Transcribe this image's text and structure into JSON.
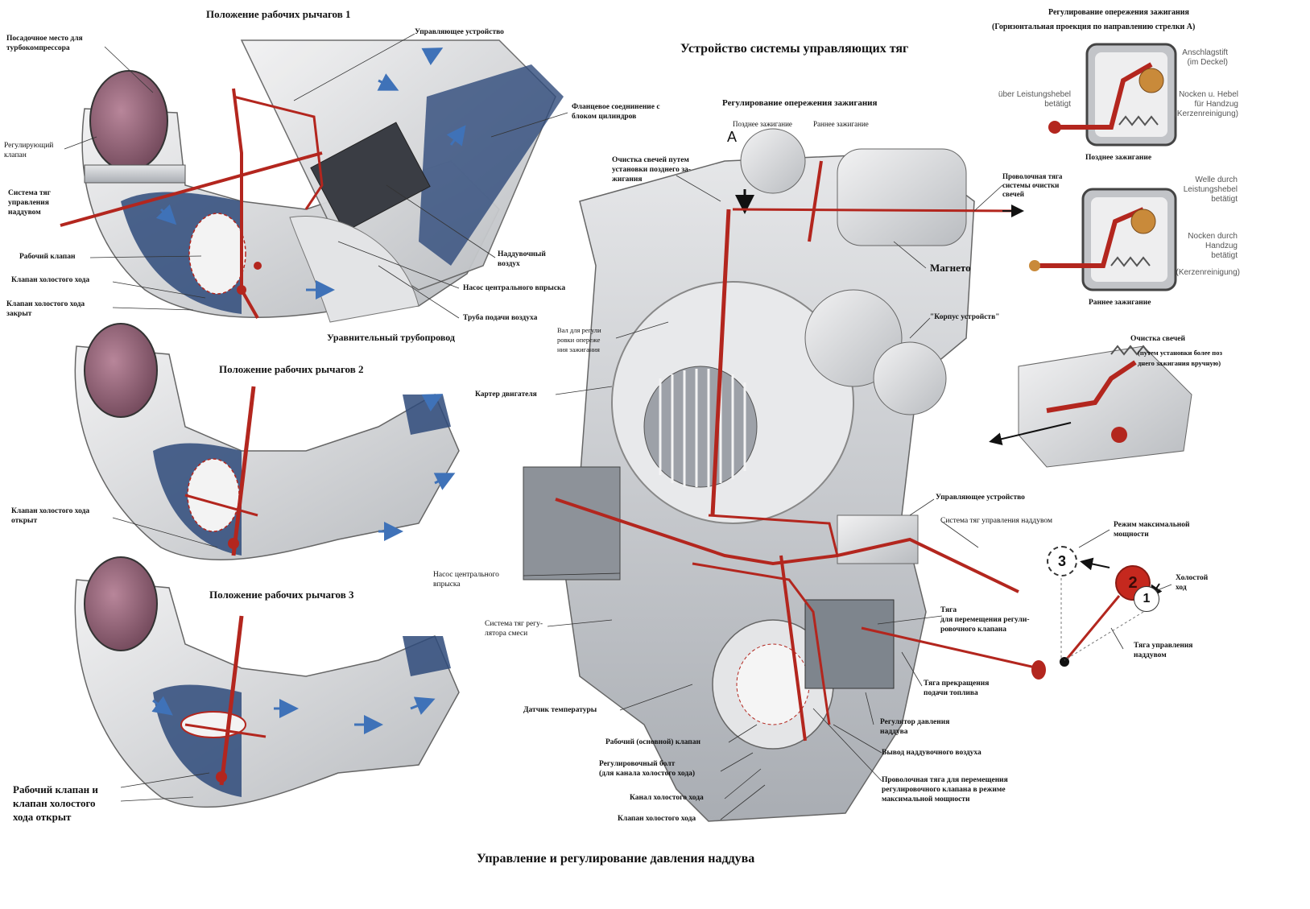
{
  "titles": {
    "main": "Устройство системы управляющих тяг",
    "bottom": "Управление и регулирование давления наддува",
    "pos1": "Положение рабочих рычагов 1",
    "pos2": "Положение рабочих рычагов 2",
    "pos3": "Положение рабочих рычагов 3",
    "ignition_right": "Регулирование опережения зажигания",
    "ignition_right_sub": "(Горизонтальная проекция по направлению стрелки А)",
    "ignition_center": "Регулирование опережения зажигания"
  },
  "left_labels": {
    "turbo_seat": "Посадочное место для\nтурбокомпрессора",
    "control_device": "Управляющее устройство",
    "regulating_valve": "Регулирующий\nклапан",
    "linkage_system": "Система тяг\nуправления\nнаддувом",
    "flange": "Фланцевое соеднинение с\nблоком цилиндров",
    "work_valve": "Рабочий клапан",
    "idle_valve": "Клапан холостого хода",
    "idle_closed": "Клапан холостого хода\nзакрыт",
    "boost_air": "Наддувочный\nвоздух",
    "injection_pump": "Насос центрального впрыска",
    "air_pipe": "Труба подачи воздуха",
    "balance_pipe": "Уравнительный трубопровод",
    "idle_open": "Клапан холостого хода\nоткрыт",
    "both_open": "Рабочий клапан и\nклапан холостого\nхода открыт"
  },
  "center_labels": {
    "late_ign": "Позднее зажигание",
    "early_ign": "Раннее зажигание",
    "arrow_a": "A",
    "plug_clean": "Очистка свечей путем\nустановки позднего за-\nжигания",
    "wire_clean": "Проволочная тяга\nсистемы очистки\nсвечей",
    "magneto": "Магнето",
    "housing": "\"Корпус устройств\"",
    "shaft": "Вал для регули\nровки опереже\nния зажигания",
    "crankcase": "Картер двигателя",
    "control_device": "Управляющее устройство",
    "boost_linkage": "Система тяг управления наддувом",
    "injection_pump": "Насос центрального\nвпрыска",
    "mixture_linkage": "Система тяг регу-\nлятора смеси",
    "rod_move": "Тяга\nдля перемещения регули-\nровочного клапана",
    "fuel_cut": "Тяга прекращения\nподачи топлива",
    "temp_sensor": "Датчик температуры",
    "pressure_reg": "Регулятор давления\nнаддува",
    "main_valve": "Рабочий (основной) клапан",
    "boost_outlet": "Вывод наддувочного воздуха",
    "adj_bolt": "Регулировочный болт\n(для канала холостого хода)",
    "wire_max": "Проволочная тяга для перемещения\nрегулировочного клапана в режиме\nмаксимальной мощности",
    "idle_channel": "Канал холостого хода",
    "idle_valve": "Клапан холостого хода"
  },
  "right_labels": {
    "anschlag": "Anschlagstift\n(im Deckel)",
    "leistung": "über Leistungshebel\nbetätigt",
    "nocken1": "Nocken u. Hebel\nfür Handzug\n(Kerzenreinigung)",
    "late": "Позднее зажигание",
    "welle": "Welle durch\nLeistungshebel\nbetätigt",
    "nocken2": "Nocken durch\nHandzug\nbetätigt",
    "kerzen": "(Kerzenreinigung)",
    "early": "Раннее зажигание",
    "plug_clean": "Очистка свечей",
    "plug_clean_sub": "(путем установки более поз\nднего зажигания вручную)",
    "max_power": "Режим максимальной\nмощности",
    "idle": "Холостой\nход",
    "boost_rod": "Тяга управления\nнаддувом",
    "pos_1": "1",
    "pos_2": "2",
    "pos_3": "3"
  },
  "colors": {
    "linkage_red": "#b3261e",
    "duct_blue": "#2e4a7a",
    "valve_mauve": "#8a5a6e",
    "metal_grey": "#d9dadc"
  }
}
